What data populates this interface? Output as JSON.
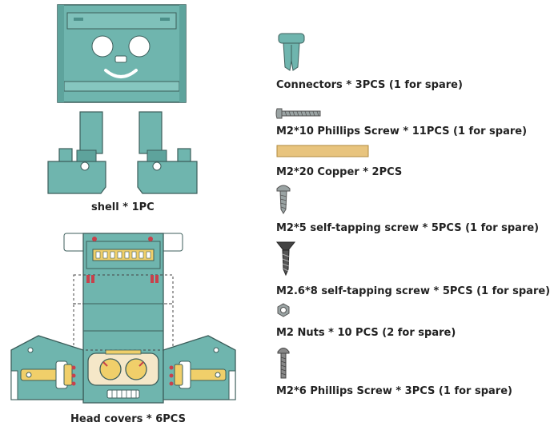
{
  "labels": {
    "shell": "shell * 1PC",
    "head_covers": "Head covers * 6PCS"
  },
  "parts": [
    {
      "text": "Connectors * 3PCS (1 for spare)",
      "icon": "connector-icon"
    },
    {
      "text": "M2*10 Phillips Screw * 11PCS (1 for spare)",
      "icon": "long-screw-icon"
    },
    {
      "text": "M2*20 Copper * 2PCS",
      "icon": "copper-standoff-icon"
    },
    {
      "text": "M2*5 self-tapping screw * 5PCS (1 for spare)",
      "icon": "short-screw-icon"
    },
    {
      "text": "M2.6*8 self-tapping screw * 5PCS (1 for spare)",
      "icon": "self-tapping-screw-icon"
    },
    {
      "text": "M2 Nuts * 10 PCS (2 for spare)",
      "icon": "hex-nut-icon"
    },
    {
      "text": "M2*6 Phillips Screw * 3PCS (1 for spare)",
      "icon": "phillips-screw-icon"
    }
  ],
  "colors": {
    "teal": "#6fb5ae",
    "teal_dark": "#4c8f89",
    "outline": "#3c5e5b",
    "metal": "#9aa3a3",
    "copper": "#e8c47e",
    "accent_red": "#c8414b",
    "yellow": "#f0cf6a"
  }
}
